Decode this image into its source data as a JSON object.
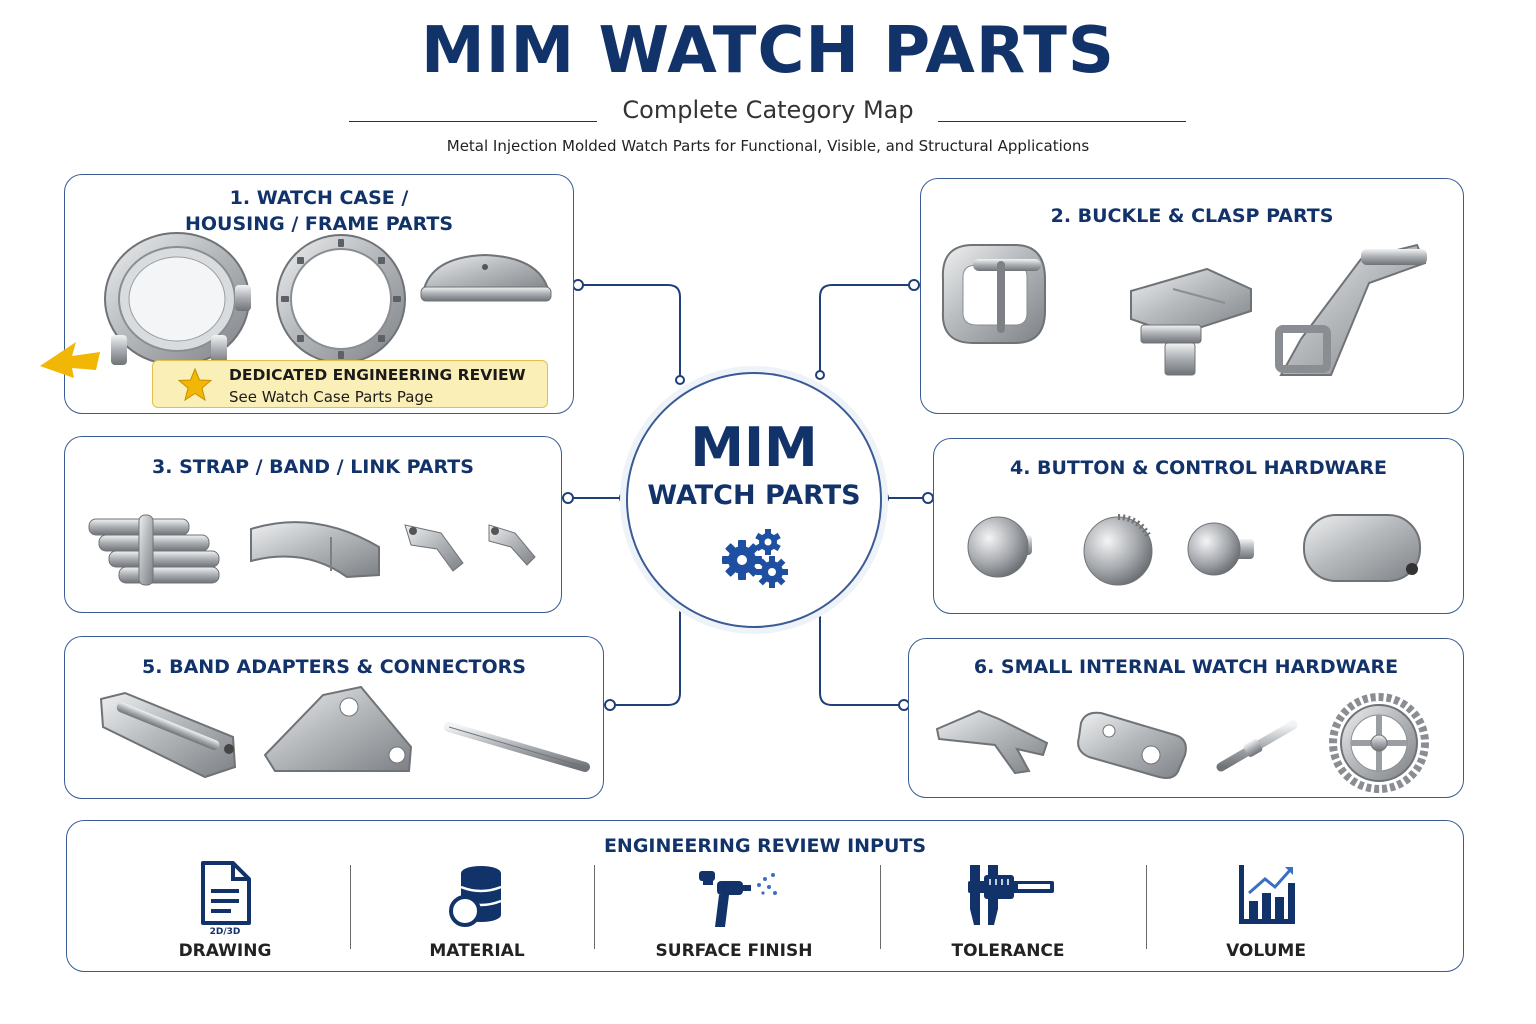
{
  "header": {
    "title": "MIM WATCH PARTS",
    "subtitle": "Complete Category Map",
    "tagline": "Metal Injection Molded Watch Parts for Functional, Visible, and Structural Applications"
  },
  "hub": {
    "line1": "MIM",
    "line2": "WATCH PARTS",
    "icon": "gears-icon"
  },
  "categories": [
    {
      "line1": "1. WATCH CASE /",
      "line2": "HOUSING / FRAME PARTS"
    },
    {
      "line1": "2. BUCKLE & CLASP PARTS"
    },
    {
      "line1": "3. STRAP / BAND  /  LINK PARTS"
    },
    {
      "line1": "4. BUTTON & CONTROL HARDWARE"
    },
    {
      "line1": "5. BAND ADAPTERS & CONNECTORS"
    },
    {
      "line1": "6. SMALL INTERNAL WATCH HARDWARE"
    }
  ],
  "review_callout": {
    "title": "DEDICATED ENGINEERING REVIEW",
    "subtitle": "See Watch Case Parts Page",
    "icon": "star-icon",
    "accent": "#f2b705"
  },
  "inputs": {
    "title": "ENGINEERING REVIEW INPUTS",
    "drawing_tag": "2D/3D",
    "items": [
      {
        "label": "DRAWING",
        "icon": "document-icon"
      },
      {
        "label": "MATERIAL",
        "icon": "database-icon"
      },
      {
        "label": "SURFACE FINISH",
        "icon": "spray-gun-icon"
      },
      {
        "label": "TOLERANCE",
        "icon": "caliper-icon"
      },
      {
        "label": "VOLUME",
        "icon": "bar-chart-icon"
      }
    ]
  },
  "colors": {
    "navy": "#12336a",
    "border": "#3a5b94",
    "metal": "#b9bbbd"
  }
}
